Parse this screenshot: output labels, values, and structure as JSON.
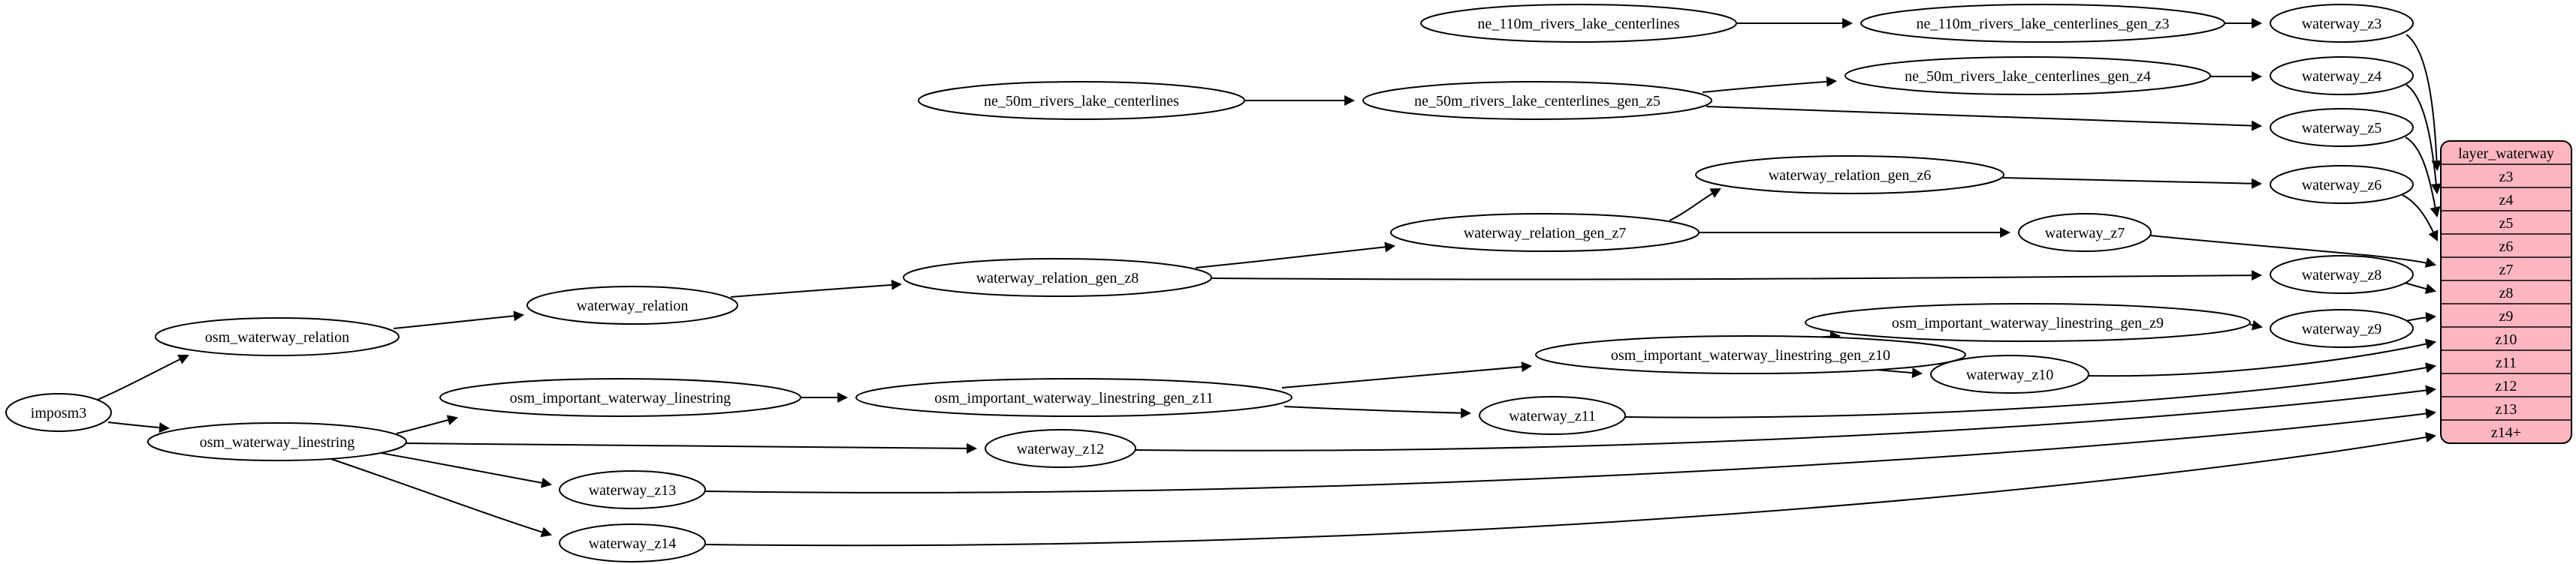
{
  "diagram": {
    "record": {
      "title": "layer_waterway",
      "rows": [
        "z3",
        "z4",
        "z5",
        "z6",
        "z7",
        "z8",
        "z9",
        "z10",
        "z11",
        "z12",
        "z13",
        "z14+"
      ]
    },
    "nodes": {
      "imposm3": "imposm3",
      "osm_waterway_relation": "osm_waterway_relation",
      "osm_waterway_linestring": "osm_waterway_linestring",
      "waterway_relation": "waterway_relation",
      "osm_important_waterway_linestring": "osm_important_waterway_linestring",
      "waterway_relation_gen_z8": "waterway_relation_gen_z8",
      "waterway_relation_gen_z7": "waterway_relation_gen_z7",
      "waterway_relation_gen_z6": "waterway_relation_gen_z6",
      "osm_important_waterway_linestring_gen_z11": "osm_important_waterway_linestring_gen_z11",
      "osm_important_waterway_linestring_gen_z10": "osm_important_waterway_linestring_gen_z10",
      "osm_important_waterway_linestring_gen_z9": "osm_important_waterway_linestring_gen_z9",
      "ne_110m_rivers_lake_centerlines": "ne_110m_rivers_lake_centerlines",
      "ne_110m_rivers_lake_centerlines_gen_z3": "ne_110m_rivers_lake_centerlines_gen_z3",
      "ne_50m_rivers_lake_centerlines": "ne_50m_rivers_lake_centerlines",
      "ne_50m_rivers_lake_centerlines_gen_z5": "ne_50m_rivers_lake_centerlines_gen_z5",
      "ne_50m_rivers_lake_centerlines_gen_z4": "ne_50m_rivers_lake_centerlines_gen_z4",
      "waterway_z3": "waterway_z3",
      "waterway_z4": "waterway_z4",
      "waterway_z5": "waterway_z5",
      "waterway_z6": "waterway_z6",
      "waterway_z7": "waterway_z7",
      "waterway_z8": "waterway_z8",
      "waterway_z9": "waterway_z9",
      "waterway_z10": "waterway_z10",
      "waterway_z11": "waterway_z11",
      "waterway_z12": "waterway_z12",
      "waterway_z13": "waterway_z13",
      "waterway_z14": "waterway_z14"
    },
    "edges": [
      {
        "from": "imposm3",
        "to": "osm_waterway_relation"
      },
      {
        "from": "imposm3",
        "to": "osm_waterway_linestring"
      },
      {
        "from": "osm_waterway_relation",
        "to": "waterway_relation"
      },
      {
        "from": "waterway_relation",
        "to": "waterway_relation_gen_z8"
      },
      {
        "from": "waterway_relation_gen_z8",
        "to": "waterway_relation_gen_z7"
      },
      {
        "from": "waterway_relation_gen_z8",
        "to": "waterway_z8"
      },
      {
        "from": "waterway_relation_gen_z7",
        "to": "waterway_relation_gen_z6"
      },
      {
        "from": "waterway_relation_gen_z7",
        "to": "waterway_z7"
      },
      {
        "from": "waterway_relation_gen_z6",
        "to": "waterway_z6"
      },
      {
        "from": "ne_110m_rivers_lake_centerlines",
        "to": "ne_110m_rivers_lake_centerlines_gen_z3"
      },
      {
        "from": "ne_110m_rivers_lake_centerlines_gen_z3",
        "to": "waterway_z3"
      },
      {
        "from": "ne_50m_rivers_lake_centerlines",
        "to": "ne_50m_rivers_lake_centerlines_gen_z5"
      },
      {
        "from": "ne_50m_rivers_lake_centerlines_gen_z5",
        "to": "ne_50m_rivers_lake_centerlines_gen_z4"
      },
      {
        "from": "ne_50m_rivers_lake_centerlines_gen_z5",
        "to": "waterway_z5"
      },
      {
        "from": "ne_50m_rivers_lake_centerlines_gen_z4",
        "to": "waterway_z4"
      },
      {
        "from": "osm_waterway_linestring",
        "to": "osm_important_waterway_linestring"
      },
      {
        "from": "osm_important_waterway_linestring",
        "to": "osm_important_waterway_linestring_gen_z11"
      },
      {
        "from": "osm_important_waterway_linestring_gen_z11",
        "to": "osm_important_waterway_linestring_gen_z10"
      },
      {
        "from": "osm_important_waterway_linestring_gen_z11",
        "to": "waterway_z11"
      },
      {
        "from": "osm_important_waterway_linestring_gen_z10",
        "to": "osm_important_waterway_linestring_gen_z9"
      },
      {
        "from": "osm_important_waterway_linestring_gen_z10",
        "to": "waterway_z10"
      },
      {
        "from": "osm_important_waterway_linestring_gen_z9",
        "to": "waterway_z9"
      },
      {
        "from": "osm_waterway_linestring",
        "to": "waterway_z12"
      },
      {
        "from": "osm_waterway_linestring",
        "to": "waterway_z13"
      },
      {
        "from": "osm_waterway_linestring",
        "to": "waterway_z14"
      },
      {
        "from": "waterway_z3",
        "to": "layer_waterway.z3"
      },
      {
        "from": "waterway_z4",
        "to": "layer_waterway.z4"
      },
      {
        "from": "waterway_z5",
        "to": "layer_waterway.z5"
      },
      {
        "from": "waterway_z6",
        "to": "layer_waterway.z6"
      },
      {
        "from": "waterway_z7",
        "to": "layer_waterway.z7"
      },
      {
        "from": "waterway_z8",
        "to": "layer_waterway.z8"
      },
      {
        "from": "waterway_z9",
        "to": "layer_waterway.z9"
      },
      {
        "from": "waterway_z10",
        "to": "layer_waterway.z10"
      },
      {
        "from": "waterway_z11",
        "to": "layer_waterway.z11"
      },
      {
        "from": "waterway_z12",
        "to": "layer_waterway.z12"
      },
      {
        "from": "waterway_z13",
        "to": "layer_waterway.z13"
      },
      {
        "from": "waterway_z14",
        "to": "layer_waterway.z14+"
      }
    ],
    "colors": {
      "record_fill": "#ffb6c1",
      "node_fill": "#ffffff",
      "stroke": "#000000",
      "background": "#ffffff"
    }
  }
}
